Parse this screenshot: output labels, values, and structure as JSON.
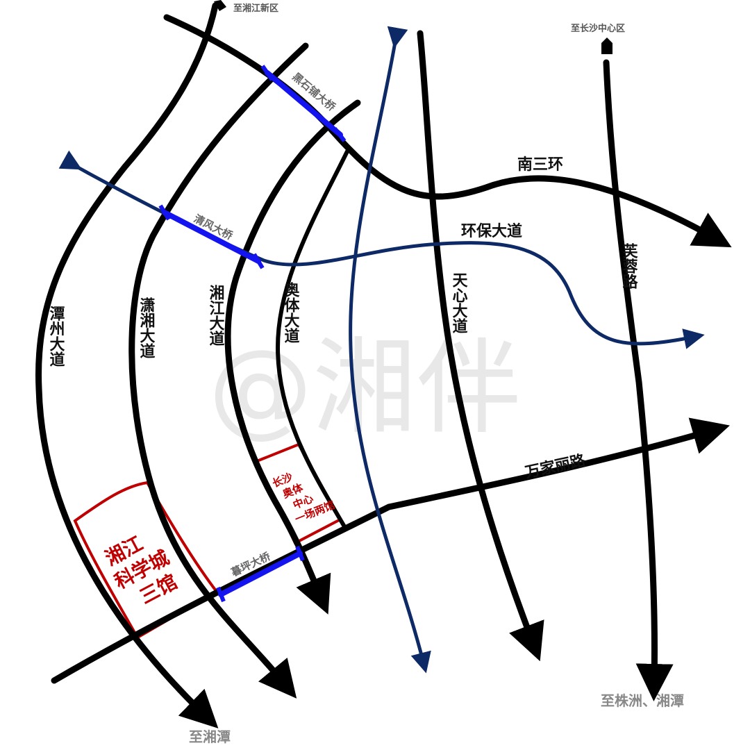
{
  "watermark": "@湘伴",
  "roads": {
    "tanzhou": "潭州大道",
    "xiaoxiang": "潇湘大道",
    "xiangjiang": "湘江大道",
    "aoti": "奥体大道",
    "tianxin": "天心大道",
    "furong": "芙蓉路",
    "nansanhuan": "南三环",
    "huanbao": "环保大道",
    "wanjiali": "万家丽路"
  },
  "bridges": {
    "heishipu": "黑石铺大桥",
    "qingfeng": "清风大桥",
    "muping": "暮坪大桥"
  },
  "destinations": {
    "xiangjiang_new": "至湘江新区",
    "changsha_center": "至长沙中心区",
    "zhuzhou_xiangtan": "至株洲、湘潭",
    "xiangtan": "至湘潭"
  },
  "pois": {
    "science_city_line1": "湘江",
    "science_city_line2": "科学城",
    "science_city_line3": "三馆",
    "olympic_line1": "长沙",
    "olympic_line2": "奥体",
    "olympic_line3": "中心",
    "olympic_line4": "一场两馆"
  },
  "colors": {
    "road": "#000000",
    "route": "#0e2a66",
    "bridge": "#1414f0",
    "poi": "#c00000"
  }
}
